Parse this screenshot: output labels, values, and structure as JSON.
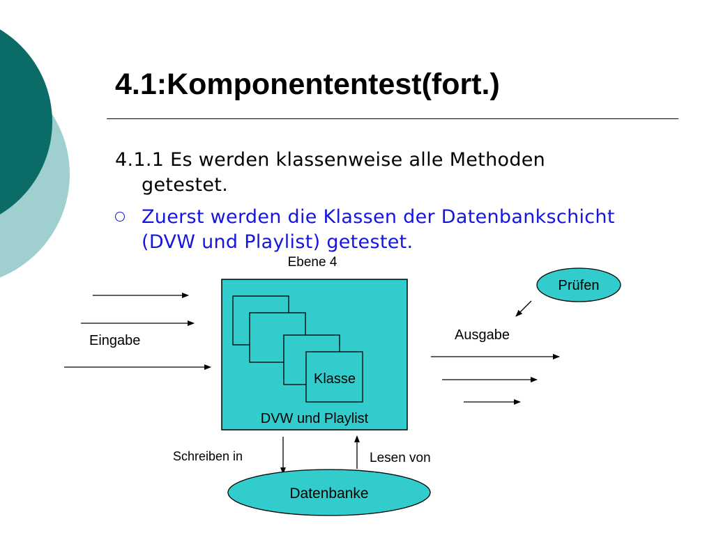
{
  "slide": {
    "title": "4.1:Komponententest(fort.)",
    "bullets": [
      {
        "line1": "4.1.1 Es werden klassenweise alle Methoden",
        "line2": "getestet."
      },
      {
        "line1": "Zuerst werden die Klassen der Datenbankschicht",
        "line2": "(DVW und Playlist) getestet."
      }
    ]
  },
  "diagram": {
    "layer_label": "Ebene 4",
    "component_label": "DVW und Playlist",
    "class_label": "Klasse",
    "input_label": "Eingabe",
    "output_label": "Ausgabe",
    "check_label": "Prüfen",
    "database_label": "Datenbanke",
    "write_label": "Schreiben in",
    "read_label": "Lesen von"
  },
  "colors": {
    "teal_dark": "#0b6b66",
    "teal_light": "#9fd0cf",
    "box_fill": "#33cccc",
    "bullet_blue": "#1515e0"
  }
}
